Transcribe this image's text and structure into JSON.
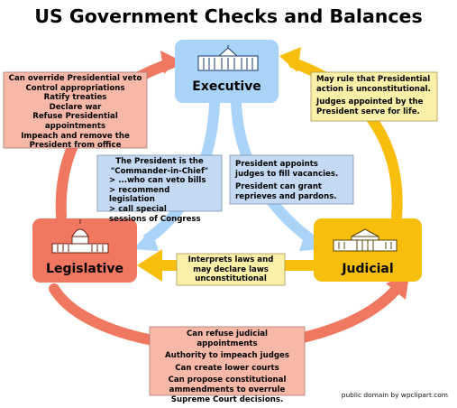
{
  "title": "US Government Checks and Balances",
  "colors": {
    "executive": "#a9d3f7",
    "legislative": "#f07860",
    "judicial": "#f7be0d",
    "arrow_blue": "#a9d3f7",
    "arrow_red": "#f07860",
    "arrow_yellow": "#f7be0d",
    "note_red": "#f7b8a8",
    "note_blue": "#c4daf4",
    "note_yellow": "#fbf0a8"
  },
  "branches": {
    "executive": {
      "label": "Executive",
      "icon": "white-house-icon"
    },
    "legislative": {
      "label": "Legislative",
      "icon": "capitol-icon"
    },
    "judicial": {
      "label": "Judicial",
      "icon": "supreme-court-icon"
    }
  },
  "notes": {
    "legislative_over_executive": [
      "Can override Presidential veto",
      "Control appropriations",
      "Ratify treaties",
      "Declare war",
      "Refuse Presidential appointments",
      "Impeach and remove the President from office"
    ],
    "judicial_over_executive": [
      "May rule that Presidential action is unconstitutional.",
      "Judges appointed by the President serve for life."
    ],
    "executive_over_legislative": {
      "heading": "The President is the \"Commander-in-Chief\"",
      "items": [
        "> ...who can veto bills",
        "> recommend legislation",
        "> call special sessions of Congress"
      ]
    },
    "executive_over_judicial": [
      "President appoints judges to fill vacancies.",
      "President can grant reprieves and pardons."
    ],
    "judicial_over_legislative": "Interprets laws and may declare laws unconstitutional",
    "legislative_over_judicial": [
      "Can refuse judicial appointments",
      "Authority to impeach judges",
      "Can create lower courts",
      "Can propose constitutional ammendments to overrule Supreme Court decisions."
    ]
  },
  "credit": "public domain by wpclipart.com"
}
